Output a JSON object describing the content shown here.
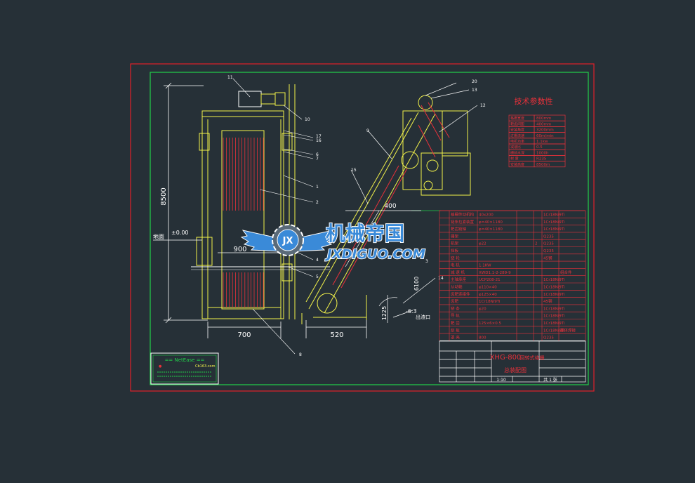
{
  "colors": {
    "background": "#263037",
    "border_red": "#e0202a",
    "frame_green": "#22d04a",
    "machine_yellow": "#f2f24a",
    "dim_white": "#ffffff",
    "table_red": "#e8303a",
    "dim_cyan": "#20e0e8",
    "watermark_blue": "#3a8ad8"
  },
  "watermark": {
    "brand_cn": "机械帝国",
    "brand_en": "JXDIGUO.COM",
    "logo_letters": "JX"
  },
  "stamp": {
    "title": "== NetEase ==",
    "line2_left": "●",
    "line2_mid": "",
    "line2_right": "Cb163.com"
  },
  "dimensions": {
    "height": "8500",
    "water_level": "±0.00",
    "left_label": "地面",
    "width_900": "900",
    "width_700": "700",
    "width_520": "520",
    "width_400": "400",
    "incline_len": "6100",
    "cut_angle": "1225",
    "angle_small": "-6.3",
    "outlet": "出渣口"
  },
  "balloons": {
    "b11": "11",
    "b10": "10",
    "b17": "17",
    "b16": "16",
    "b6": "6",
    "b7": "7",
    "b1": "1",
    "b2": "2",
    "b3": "3",
    "b4": "4",
    "b5": "5",
    "b8": "8",
    "b20": "20",
    "b13": "13",
    "b12": "12",
    "b9": "9",
    "b15": "15",
    "b14": "14"
  },
  "tech": {
    "title": "技术参数性",
    "rows": [
      [
        "格栅宽度",
        "800mm"
      ],
      [
        "耙齿间距",
        "400mm"
      ],
      [
        "安装角度",
        "3200mm"
      ],
      [
        "过栅流速",
        "60m/min"
      ],
      [
        "电机功率",
        "1.1kw"
      ],
      [
        "减速比",
        "0.5"
      ],
      [
        "栅前水深",
        "1000h"
      ],
      [
        "材 质",
        "R235"
      ],
      [
        "安装高度",
        "8500m"
      ]
    ]
  },
  "parts": {
    "rows": [
      [
        "",
        "格栅传动机构",
        "40x200",
        "",
        "",
        "1Cr18Ni9Ti",
        ""
      ],
      [
        "",
        "链条拉紧装置",
        "φ=40×1180",
        "",
        "",
        "1Cr18Ni9Ti",
        ""
      ],
      [
        "",
        "耙齿链轴",
        "φ=40×1180",
        "",
        "",
        "1Cr18Ni9Ti",
        ""
      ],
      [
        "",
        "栅架",
        "",
        "",
        "",
        "Q235",
        ""
      ],
      [
        "",
        "机架",
        "φ22",
        "",
        "2",
        "Q235",
        ""
      ],
      [
        "",
        "挡板",
        "",
        "",
        "",
        "Q235",
        ""
      ],
      [
        "",
        "链 轮",
        "",
        "",
        "",
        "45钢",
        ""
      ],
      [
        "",
        "电 机",
        "1.1KW",
        "",
        "",
        "",
        ""
      ],
      [
        "",
        "减 速 机",
        "XWD1.1-2-289-9",
        "",
        "",
        "",
        "组合件"
      ],
      [
        "",
        "主轴承座",
        "UCP208-21",
        "",
        "",
        "1Cr18Ni9Ti",
        ""
      ],
      [
        "",
        "从动轴",
        "φ110×40",
        "",
        "",
        "1Cr18Ni9Ti",
        ""
      ],
      [
        "",
        "齿耙连接件",
        "φ125×40",
        "",
        "",
        "1Cr18Ni9Ti",
        ""
      ],
      [
        "",
        "齿耙",
        "1Cr18Ni9Ti",
        "",
        "",
        "45钢",
        ""
      ],
      [
        "",
        "链 条",
        "φ20",
        "",
        "",
        "1Cr18Ni9Ti",
        ""
      ],
      [
        "",
        "导 轨",
        "",
        "",
        "",
        "1Cr18Ni9Ti",
        ""
      ],
      [
        "",
        "耙 齿",
        "125×6×0.5",
        "",
        "",
        "1Cr18Ni9Ti",
        ""
      ],
      [
        "",
        "刮 板",
        "",
        "",
        "",
        "1Cr18Ni9Ti",
        "整体焊接"
      ],
      [
        "",
        "罩 壳",
        "800",
        "",
        "",
        "Q235",
        ""
      ]
    ]
  },
  "title_block": {
    "drawing_no": "XHG-800",
    "name_line1": "回转式格栅",
    "name_line2": "总装配图",
    "scale": "1:10",
    "sheet": "共 1 张"
  }
}
